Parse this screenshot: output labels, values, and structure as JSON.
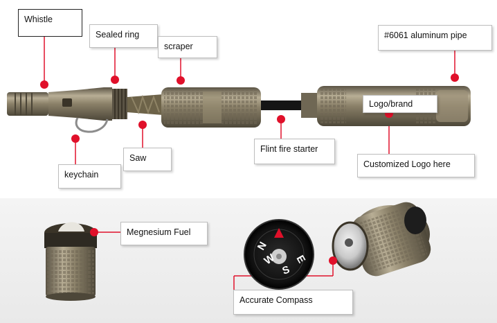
{
  "labels": {
    "whistle": "Whistle",
    "sealed_ring": "Sealed ring",
    "scraper": "scraper",
    "aluminum_pipe": "#6061 aluminum pipe",
    "logo_brand": "Logo/brand",
    "keychain": "keychain",
    "saw": "Saw",
    "flint": "Flint fire starter",
    "custom_logo": "Customized Logo here",
    "fuel": "Megnesium Fuel",
    "compass": "Accurate Compass"
  },
  "compass_letters": {
    "n": "N",
    "e": "E",
    "s": "S",
    "w": "W"
  },
  "colors": {
    "marker": "#e0102a",
    "metal": "#8a8068",
    "metal_dark": "#5e5646",
    "background": "#ffffff"
  }
}
